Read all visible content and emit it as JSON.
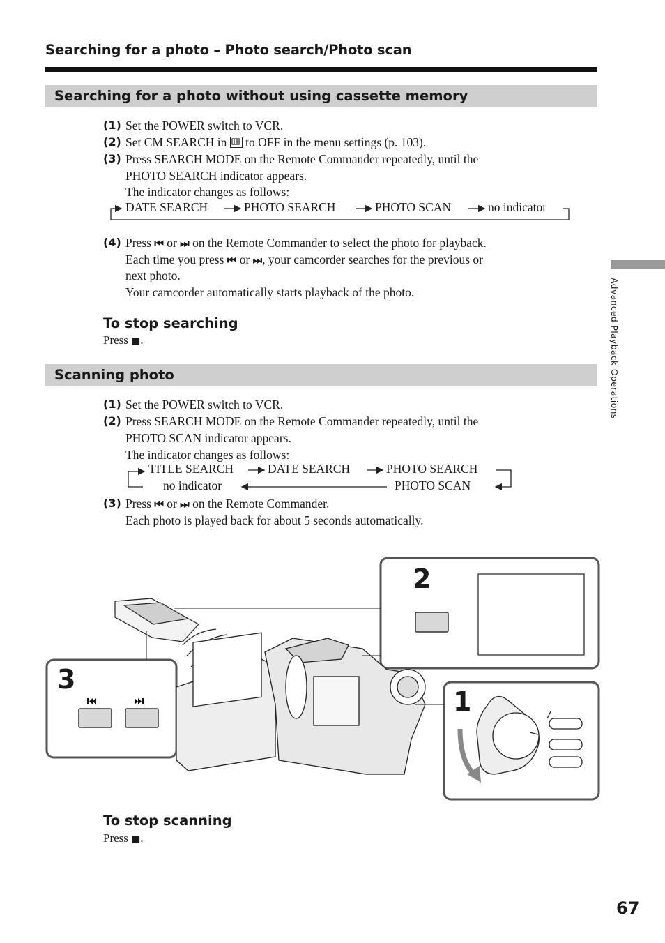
{
  "header": {
    "title": "Searching for a photo – Photo search/Photo scan"
  },
  "section1": {
    "heading": "Searching for a photo without using cassette memory",
    "steps": [
      {
        "num": "(1)",
        "lines": [
          "Set the POWER switch to VCR."
        ]
      },
      {
        "num": "(2)",
        "lines": [
          "Set CM SEARCH in",
          "to OFF in the menu settings (p. 103)."
        ]
      },
      {
        "num": "(3)",
        "lines": [
          "Press SEARCH MODE on the Remote Commander repeatedly, until the",
          "PHOTO SEARCH indicator appears.",
          "The indicator changes as follows:"
        ]
      },
      {
        "num": "(4)",
        "lines": [
          "Press",
          "or",
          "on the Remote Commander to select the photo for playback.",
          "Each time you press",
          "or",
          ", your camcorder searches for the previous or",
          "next photo.",
          "Your camcorder automatically starts playback of the photo."
        ]
      }
    ],
    "flow": [
      "DATE SEARCH",
      "PHOTO SEARCH",
      "PHOTO SCAN",
      "no indicator"
    ],
    "stop_heading": "To stop searching",
    "stop_text": [
      "Press",
      "■",
      "."
    ]
  },
  "section2": {
    "heading": "Scanning photo",
    "steps": [
      {
        "num": "(1)",
        "lines": [
          "Set the POWER switch to VCR."
        ]
      },
      {
        "num": "(2)",
        "lines": [
          "Press SEARCH MODE on the Remote Commander repeatedly, until the",
          "PHOTO SCAN indicator appears.",
          "The indicator changes as follows:"
        ]
      },
      {
        "num": "(3)",
        "lines": [
          "Press",
          "or",
          "on the Remote Commander.",
          "Each photo is played back for about 5 seconds automatically."
        ]
      }
    ],
    "flow": [
      "TITLE SEARCH",
      "DATE SEARCH",
      "PHOTO SEARCH",
      "no indicator",
      "PHOTO SCAN"
    ],
    "stop_heading": "To stop scanning",
    "stop_text": [
      "Press",
      "■",
      "."
    ]
  },
  "figure": {
    "callouts": [
      "1",
      "2",
      "3"
    ]
  },
  "icons": {
    "prev": "skip-previous-icon",
    "next": "skip-next-icon",
    "stop": "stop-icon",
    "cassette_memory": "cassette-memory-icon"
  },
  "sidebar": {
    "label": "Advanced Playback Operations"
  },
  "page_number": "67"
}
